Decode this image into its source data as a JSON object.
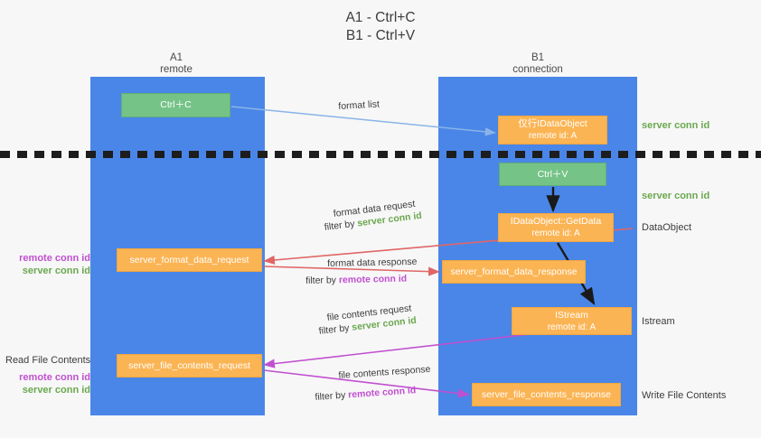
{
  "title": "A1 - Ctrl+C\nB1 - Ctrl+V",
  "columns": {
    "left": {
      "name": "A1",
      "role": "remote"
    },
    "right": {
      "name": "B1",
      "role": "connection"
    }
  },
  "boxes": {
    "ctrl_c": {
      "label": "Ctrl＋C",
      "color": "#76c388"
    },
    "ctrl_v": {
      "label": "Ctrl＋V",
      "color": "#76c388"
    },
    "idataobject": {
      "line1": "仅行IDataObject",
      "line2": "remote id: A",
      "color": "#fbb454"
    },
    "getdata": {
      "line1": "IDataObject::GetData",
      "line2": "remote id: A",
      "color": "#fbb454"
    },
    "istream": {
      "line1": "IStream",
      "line2": "remote id: A",
      "color": "#fbb454"
    },
    "format_data_request": {
      "label": "server_format_data_request",
      "color": "#fbb454"
    },
    "format_data_response": {
      "label": "server_format_data_response",
      "color": "#fbb454"
    },
    "file_contents_request": {
      "label": "server_file_contents_request",
      "color": "#fbb454"
    },
    "file_contents_response": {
      "label": "server_file_contents_response",
      "color": "#fbb454"
    }
  },
  "flows": {
    "format_list": "format list",
    "format_data_request": "format data request",
    "format_data_request_filter_prefix": "filter by ",
    "format_data_request_filter_value": "server conn id",
    "format_data_response": "format data response",
    "format_data_response_filter_prefix": "filter by ",
    "format_data_response_filter_value": "remote conn id",
    "file_contents_request": "file contents request",
    "file_contents_request_filter_prefix": "filter by ",
    "file_contents_request_filter_value": "server conn id",
    "file_contents_response": "file contents response",
    "file_contents_response_filter_prefix": "filter by ",
    "file_contents_response_filter_value": "remote conn id"
  },
  "annotations": {
    "server_conn_id_top": "server conn id",
    "server_conn_id_mid": "server conn id",
    "dataobject": "DataObject",
    "istream": "Istream",
    "write_file_contents": "Write File Contents",
    "read_file_contents": "Read File Contents",
    "remote_conn_id_a": "remote conn id",
    "server_conn_id_a": "server conn id",
    "remote_conn_id_b": "remote conn id",
    "server_conn_id_b": "server conn id"
  },
  "colors": {
    "lane": "#4a86e8",
    "green": "#76c388",
    "orange": "#fbb454",
    "green_text": "#6aa84f",
    "magenta_text": "#c050d0",
    "arrow_blue": "#8ab4e8",
    "arrow_red": "#e06666",
    "arrow_magenta": "#c050d0",
    "arrow_dark": "#1a1a1a",
    "background": "#f7f7f7"
  }
}
